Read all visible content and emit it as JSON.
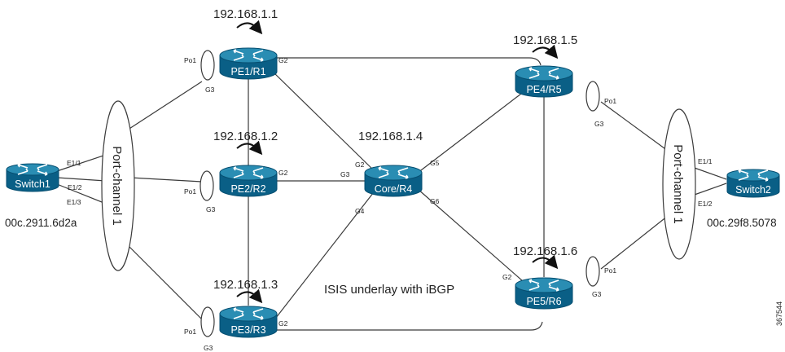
{
  "colors": {
    "router_top": "#2a8db3",
    "router_side": "#0a5f86",
    "router_edge": "#064e70",
    "line": "#3a3a3a"
  },
  "icons": {
    "router": "router-icon",
    "switch": "switch-icon",
    "loop": "curved-arrow-icon",
    "port_channel": "port-channel-ellipse-icon"
  },
  "caption": "ISIS underlay with iBGP",
  "figure_number": "367544",
  "switches": {
    "left": {
      "label": "Switch1",
      "mac": "00c.2911.6d2a",
      "port_channel": "Port-channel 1",
      "ports": [
        "E1/1",
        "E1/2",
        "E1/3"
      ]
    },
    "right": {
      "label": "Switch2",
      "mac": "00c.29f8.5078",
      "port_channel": "Port-channel 1",
      "ports": [
        "E1/1",
        "E1/2"
      ]
    }
  },
  "routers": {
    "pe1": {
      "label": "PE1/R1",
      "ip": "192.168.1.1"
    },
    "pe2": {
      "label": "PE2/R2",
      "ip": "192.168.1.2"
    },
    "pe3": {
      "label": "PE3/R3",
      "ip": "192.168.1.3"
    },
    "core": {
      "label": "Core/R4",
      "ip": "192.168.1.4"
    },
    "pe4": {
      "label": "PE4/R5",
      "ip": "192.168.1.5"
    },
    "pe5": {
      "label": "PE5/R6",
      "ip": "192.168.1.6"
    }
  },
  "interfaces": {
    "pe1_po": "Po1",
    "pe1_g3": "G3",
    "pe1_g2": "G2",
    "pe2_po": "Po1",
    "pe2_g3": "G3",
    "pe2_g2": "G2",
    "pe3_po": "Po1",
    "pe3_g3": "G3",
    "pe3_g2": "G2",
    "core_g2": "G2",
    "core_g3": "G3",
    "core_g4": "G4",
    "core_g5": "G5",
    "core_g6": "G6",
    "pe4_po": "Po1",
    "pe4_g3": "G3",
    "pe5_g2": "G2",
    "pe5_po": "Po1",
    "pe5_g3": "G3"
  }
}
